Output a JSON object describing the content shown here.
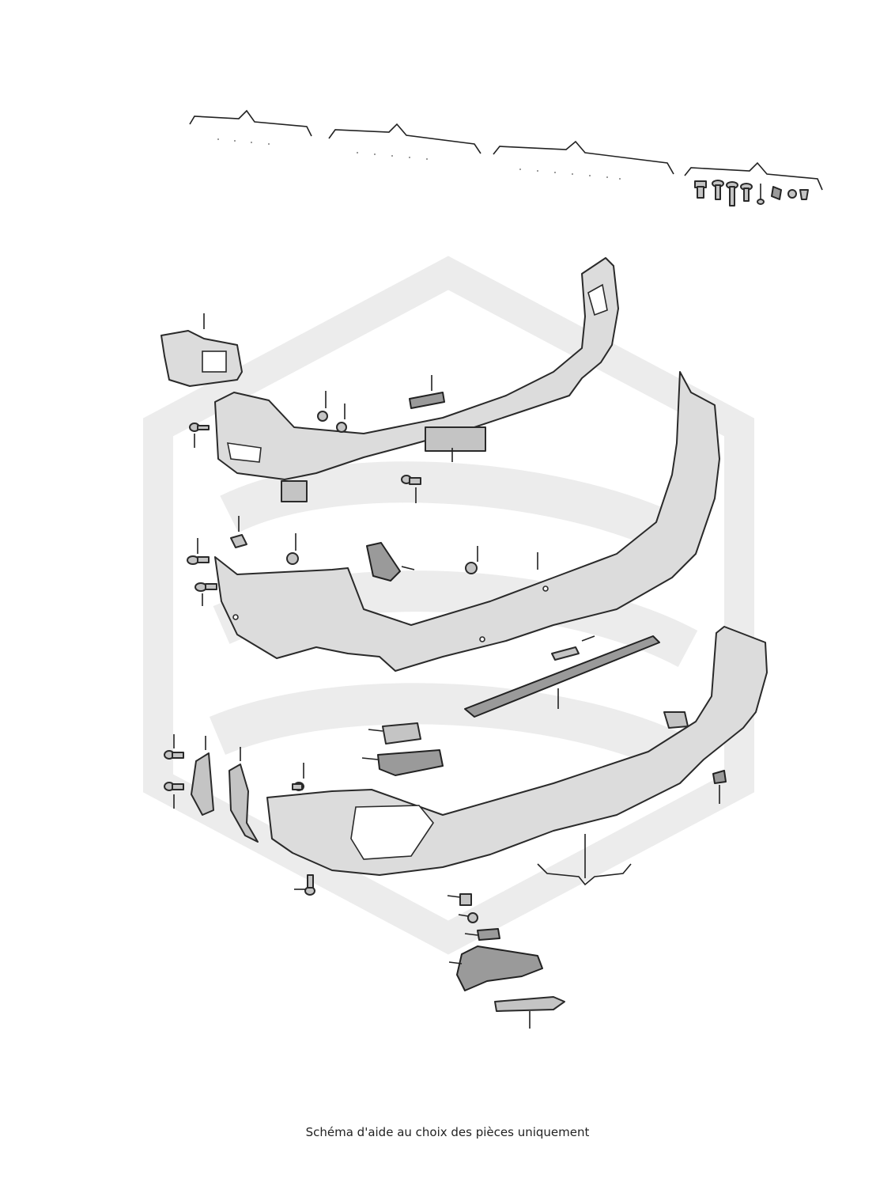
{
  "caption": "Schéma d'aide au choix des pièces uniquement",
  "colors": {
    "background": "#ffffff",
    "outline": "#2a2a2a",
    "part_fill": "#dcdcdc",
    "part_dark": "#9a9a9a",
    "watermark": "#ececec"
  },
  "diagram": {
    "parts": [
      "left-side-bracket",
      "bumper-reinforcement-carrier",
      "upper-bumper-cover",
      "lower-bumper-cover",
      "diffuser-trim-strip",
      "exhaust-tip-grille",
      "chrome-trim-insert",
      "sensor-bracket",
      "sensor-module",
      "reflector-cap",
      "splash-guard-left",
      "splash-guard-inner",
      "fastener-screws",
      "clips-and-nuts"
    ],
    "hardware_icons": [
      "hex-bolt-icon",
      "torx-screw-icon",
      "long-screw-icon",
      "self-tapping-screw-icon",
      "rivet-icon",
      "spring-clip-icon",
      "nut-icon",
      "push-clip-icon"
    ]
  }
}
